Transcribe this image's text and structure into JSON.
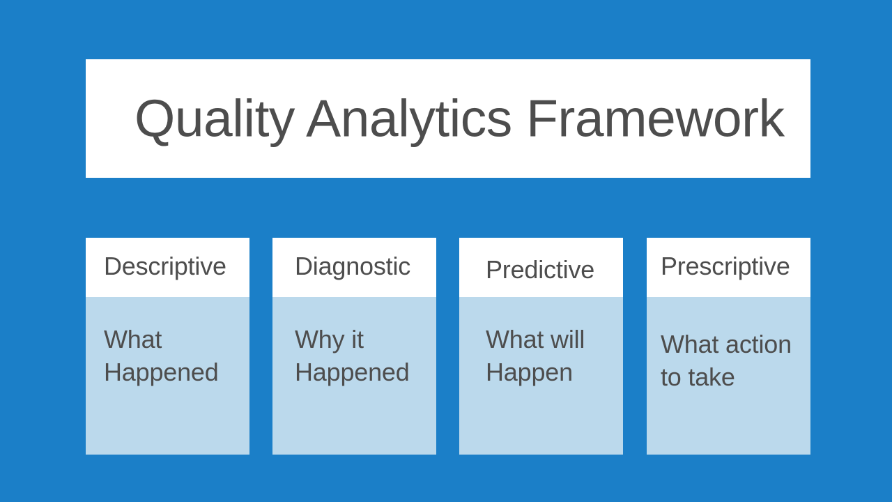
{
  "slide": {
    "background_color": "#1b7fc8",
    "title": "Quality Analytics Framework",
    "title_color": "#4d4d4d",
    "title_banner_color": "#ffffff"
  },
  "cards": {
    "header_bg": "#ffffff",
    "body_bg": "#bbd9ec",
    "text_color": "#4d4d4d",
    "items": [
      {
        "title": "Descriptive",
        "description": "What\nHappened"
      },
      {
        "title": "Diagnostic",
        "description": "Why it\nHappened"
      },
      {
        "title": "Predictive",
        "description": "What will\nHappen"
      },
      {
        "title": "Prescriptive",
        "description": "What action\nto take"
      }
    ]
  }
}
